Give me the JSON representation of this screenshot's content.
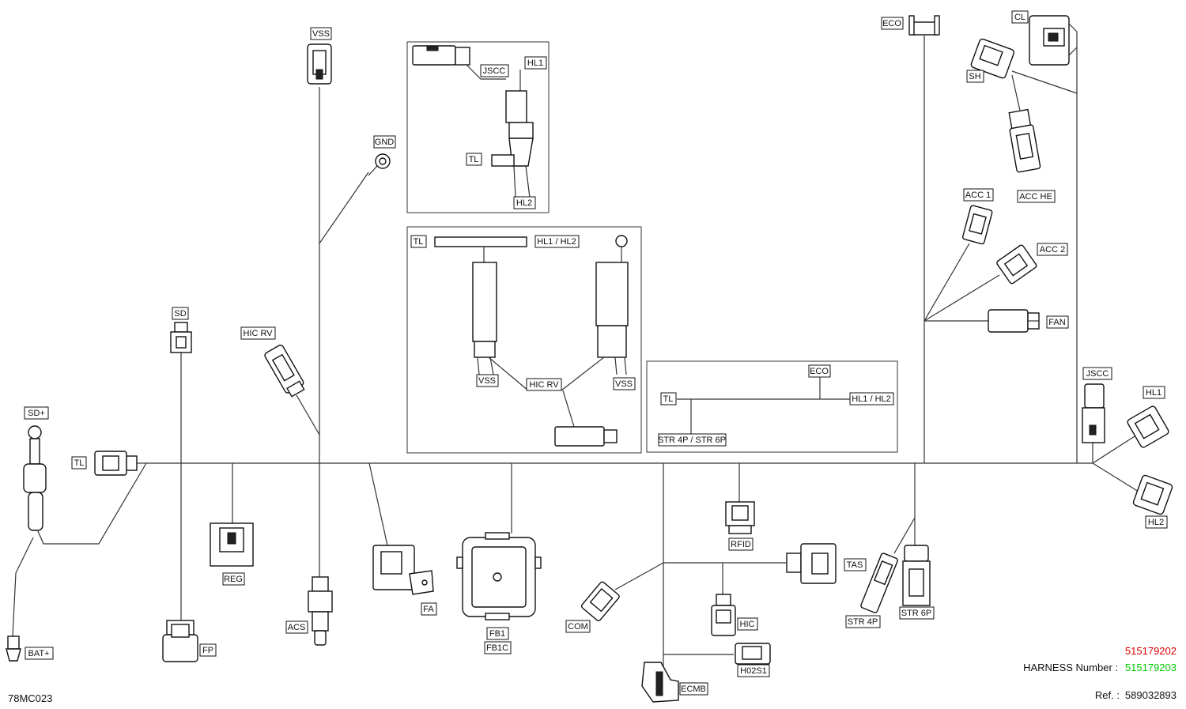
{
  "labels": {
    "vss": "VSS",
    "gnd": "GND",
    "sd": "SD",
    "hic_rv": "HIC RV",
    "sd_plus": "SD+",
    "tl": "TL",
    "reg": "REG",
    "fp": "FP",
    "bat_plus": "BAT+",
    "acs": "ACS",
    "fa": "FA",
    "fb1": "FB1",
    "fb1c": "FB1C",
    "com": "COM",
    "ecmb": "ECMB",
    "h02s1": "H02S1",
    "hic": "HIC",
    "rfid": "RFID",
    "tas": "TAS",
    "str4p": "STR 4P",
    "str6p": "STR 6P",
    "eco": "ECO",
    "cl": "CL",
    "sh": "SH",
    "acc1": "ACC 1",
    "acc_he": "ACC HE",
    "acc2": "ACC 2",
    "fan": "FAN",
    "jscc": "JSCC",
    "hl1": "HL1",
    "hl2": "HL2"
  },
  "inset1": {
    "jscc": "JSCC",
    "hl1": "HL1",
    "tl": "TL",
    "hl2": "HL2"
  },
  "inset2": {
    "tl": "TL",
    "hl1_hl2": "HL1 / HL2",
    "vss_left": "VSS",
    "hic_rv": "HIC RV",
    "vss_right": "VSS"
  },
  "inset3": {
    "eco": "ECO",
    "tl": "TL",
    "hl1_hl2": "HL1 / HL2",
    "str": "STR 4P / STR 6P"
  },
  "footer": {
    "drawing_code": "78MC023",
    "harness_label": "HARNESS Number :",
    "harness_number_1": "515179202",
    "harness_number_2": "515179203",
    "ref_label": "Ref. :",
    "ref_number": "589032893",
    "color_number_1": "#e00000",
    "color_number_2": "#00cc00"
  }
}
